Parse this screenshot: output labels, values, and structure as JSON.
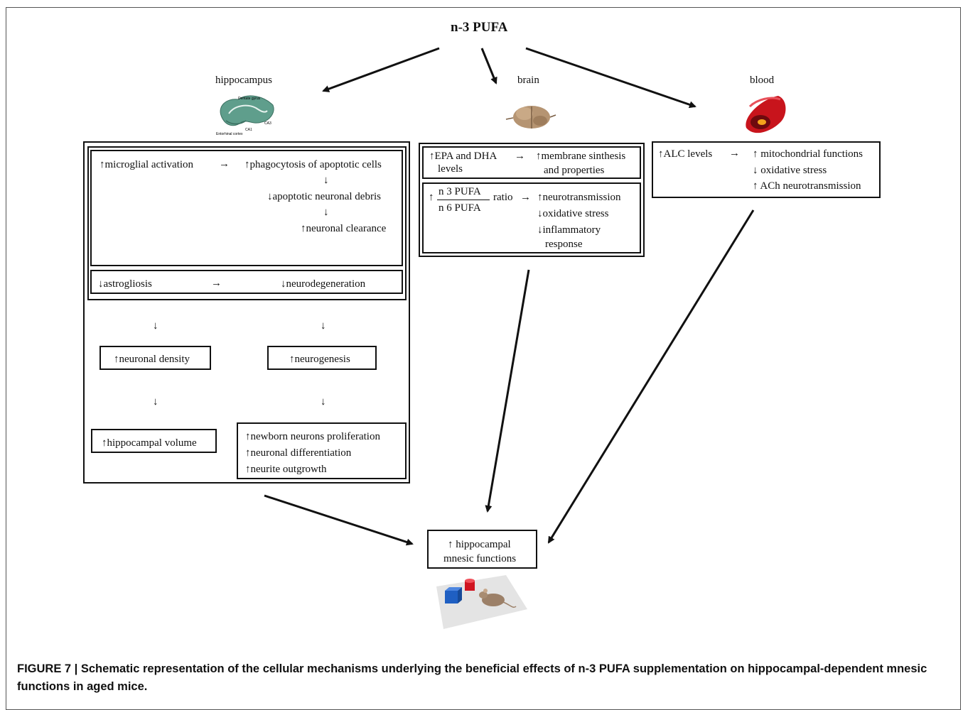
{
  "title": "n-3 PUFA",
  "columns": {
    "hippocampus": "hippocampus",
    "brain": "brain",
    "blood": "blood"
  },
  "hippo_image_labels": {
    "dentate": "Dentate gyrus",
    "ca3": "CA3",
    "ca1": "CA1",
    "ento": "Entorhinal cortex"
  },
  "hippocampus_panel": {
    "microglial": "↑microglial activation",
    "arrow1": "→",
    "phagocytosis": "↑phagocytosis of apoptotic cells",
    "down1": "↓",
    "apoptotic": "↓apoptotic neuronal  debris",
    "down2": "↓",
    "clearance": "↑neuronal clearance",
    "astrogliosis": "↓astrogliosis",
    "arrow2": "→",
    "neurodegeneration": "↓neurodegeneration",
    "density": "↑neuronal density",
    "neurogenesis": "↑neurogenesis",
    "volume": "↑hippocampal volume",
    "proliferation": "↑newborn neurons proliferation",
    "differentiation": "↑neuronal differentiation",
    "outgrowth": "↑neurite outgrowth"
  },
  "brain_panel": {
    "epa_line1": "↑EPA and DHA",
    "epa_line2": "levels",
    "arrow": "→",
    "membrane_line1": "↑membrane sinthesis",
    "membrane_line2": "and properties",
    "up": "↑",
    "numerator": "n 3 PUFA",
    "denominator": "n 6 PUFA",
    "ratio": "ratio",
    "arrow2": "→",
    "neurotransmission": "↑neurotransmission",
    "oxidative": "↓oxidative stress",
    "inflammatory_line1": "↓inflammatory",
    "inflammatory_line2": "response"
  },
  "blood_panel": {
    "alc": "↑ALC  levels",
    "arrow": "→",
    "mito": "↑ mitochondrial functions",
    "oxidative": "↓ oxidative stress",
    "ach": "↑ ACh neurotransmission"
  },
  "outcome": {
    "line1": "↑ hippocampal",
    "line2": "mnesic functions"
  },
  "caption": "FIGURE 7 | Schematic representation of the cellular mechanisms underlying the beneficial effects of n-3 PUFA supplementation on hippocampal-dependent mnesic functions in aged mice.",
  "colors": {
    "hippocampus_fill": "#5f9e8c",
    "brain_fill": "#b59472",
    "vessel_red": "#c8141c",
    "cube_blue": "#1f5fc2",
    "cylinder_red": "#d01420",
    "mouse": "#9c8068"
  }
}
